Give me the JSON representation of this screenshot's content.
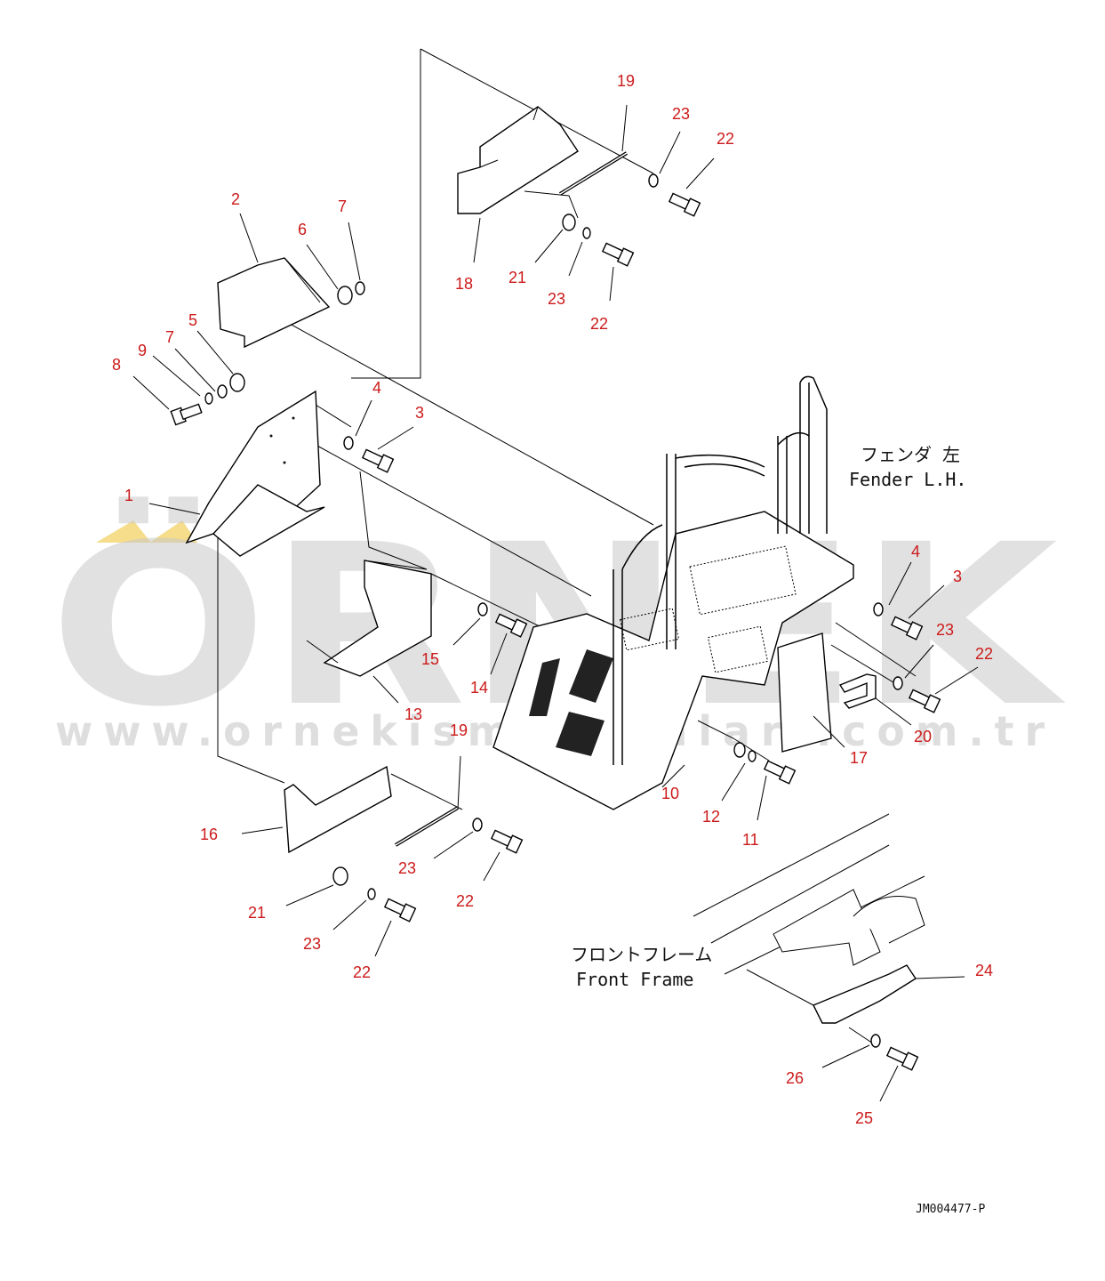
{
  "watermark": {
    "brand": "ÖRNEK",
    "url": "www.ornekismakinalari.com.tr"
  },
  "labels": {
    "fender_jp": "フェンダ 左",
    "fender_en": "Fender L.H.",
    "frame_jp": "フロントフレーム",
    "frame_en": "Front Frame",
    "drawing_id": "JM004477-P"
  },
  "callouts": [
    {
      "text": "1"
    },
    {
      "text": "2"
    },
    {
      "text": "3"
    },
    {
      "text": "3"
    },
    {
      "text": "4"
    },
    {
      "text": "4"
    },
    {
      "text": "5"
    },
    {
      "text": "6"
    },
    {
      "text": "7"
    },
    {
      "text": "7"
    },
    {
      "text": "8"
    },
    {
      "text": "9"
    },
    {
      "text": "10"
    },
    {
      "text": "11"
    },
    {
      "text": "12"
    },
    {
      "text": "13"
    },
    {
      "text": "14"
    },
    {
      "text": "15"
    },
    {
      "text": "16"
    },
    {
      "text": "17"
    },
    {
      "text": "18"
    },
    {
      "text": "19"
    },
    {
      "text": "19"
    },
    {
      "text": "20"
    },
    {
      "text": "21"
    },
    {
      "text": "21"
    },
    {
      "text": "22"
    },
    {
      "text": "22"
    },
    {
      "text": "22"
    },
    {
      "text": "22"
    },
    {
      "text": "22"
    },
    {
      "text": "23"
    },
    {
      "text": "23"
    },
    {
      "text": "23"
    },
    {
      "text": "23"
    },
    {
      "text": "23"
    },
    {
      "text": "24"
    },
    {
      "text": "25"
    },
    {
      "text": "26"
    }
  ]
}
